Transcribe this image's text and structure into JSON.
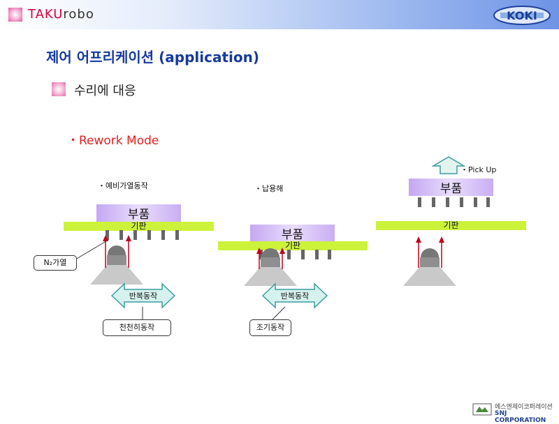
{
  "header": {
    "app_name_part1": "TAKU",
    "app_name_part2": "robo",
    "logo_text": "KOKI"
  },
  "title": {
    "korean": "제어 어프리케이션",
    "english": "(application)"
  },
  "subtitle": "수리에 대응",
  "mode_label": "・Rework  Mode",
  "panel1": {
    "step_label": "・예비가열동작",
    "part_label": "부품",
    "board_label": "기판",
    "gas_callout": "N₂가열",
    "motion_label": "반복동작",
    "speed_callout": "천천히동작"
  },
  "panel2": {
    "step_label": "・납용해",
    "part_label": "부품",
    "board_label": "기판",
    "motion_label": "반복동작",
    "speed_callout": "조기동작"
  },
  "panel3": {
    "step_label": "・Pick Up",
    "part_label": "부품",
    "board_label": "기판"
  },
  "footer": {
    "company_korean": "에스엔제이코퍼레이션",
    "company_english": "SNJ CORPORATION"
  },
  "colors": {
    "title_blue": "#163a9e",
    "mode_red": "#e02020",
    "board_green": "#ccf23a",
    "part_purple": "#c4a7f2",
    "heat_arrow_red": "#c0001a",
    "motion_arrow_fill": "#d6f2ee",
    "motion_arrow_stroke": "#3c9ba2",
    "pickup_arrow_fill": "#e3f3ee"
  }
}
